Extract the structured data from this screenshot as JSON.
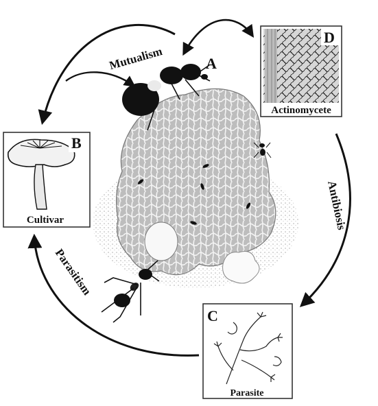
{
  "labels": {
    "a": "A",
    "b": "B",
    "c": "C",
    "d": "D",
    "mutualism": "Mutualism",
    "antibiosis": "Antibiosis",
    "parasitism": "Parasitism",
    "cultivar": "Cultivar",
    "actinomycete": "Actinomycete",
    "parasite": "Parasite"
  },
  "colors": {
    "ink": "#111111",
    "garden": "#b9b9b9",
    "panel_border": "#333333"
  }
}
